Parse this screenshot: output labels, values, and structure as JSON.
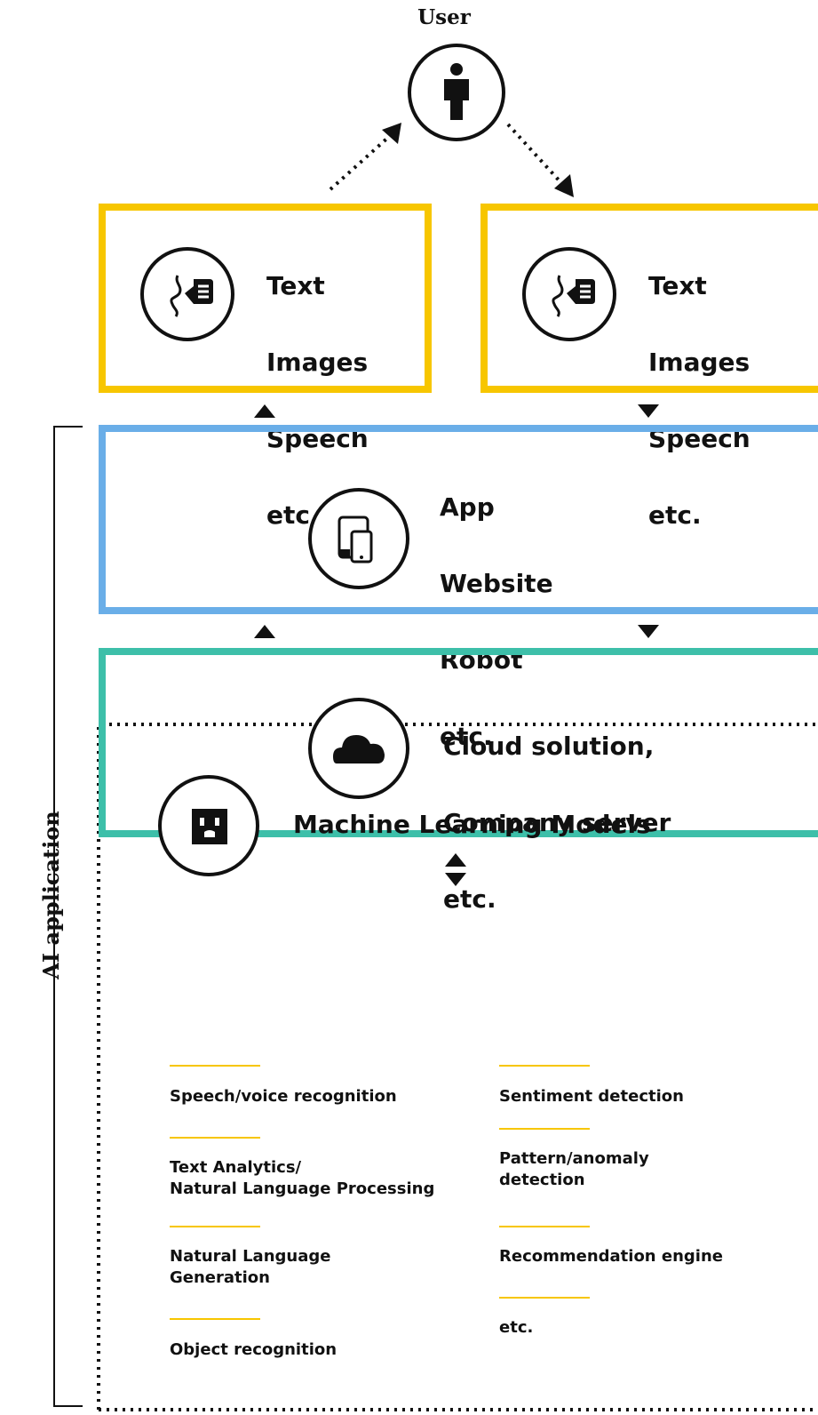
{
  "user": {
    "label": "User",
    "icon": "person-icon"
  },
  "io_boxes": [
    {
      "icon": "speech-chat-icon",
      "lines": [
        "Text",
        "Images",
        "Speech",
        "etc."
      ]
    },
    {
      "icon": "speech-chat-icon",
      "lines": [
        "Text",
        "Images",
        "Speech",
        "etc."
      ]
    }
  ],
  "interface_box": {
    "icon": "devices-icon",
    "lines": [
      "App",
      "Website",
      "Robot",
      "etc."
    ]
  },
  "server_box": {
    "icon": "cloud-icon",
    "lines": [
      "Cloud solution,",
      "Company server",
      "etc."
    ]
  },
  "ml": {
    "icon": "outlet-icon",
    "title": "Machine Learning Models",
    "left_items": [
      "Speech/voice recognition",
      "Text Analytics/\nNatural Language Processing",
      "Natural Language\nGeneration",
      "Object recognition"
    ],
    "right_items": [
      "Sentiment detection",
      "Pattern/anomaly\ndetection",
      "Recommendation engine",
      "etc."
    ]
  },
  "side_label": "AI application",
  "colors": {
    "yellow": "#f7c600",
    "blue": "#6aaee8",
    "teal": "#3dbfa9",
    "ink": "#111111"
  }
}
